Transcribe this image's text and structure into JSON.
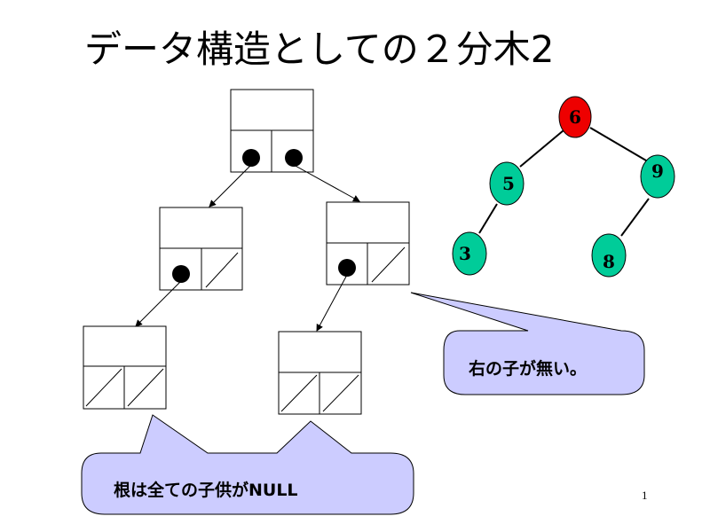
{
  "slide": {
    "title": "データ構造としての２分木2",
    "page_number": "1"
  },
  "tree": {
    "nodes": [
      {
        "key": "6",
        "color": "#ee0000"
      },
      {
        "key": "5",
        "color": "#00cc99"
      },
      {
        "key": "9",
        "color": "#00cc99"
      },
      {
        "key": "3",
        "color": "#00cc99"
      },
      {
        "key": "8",
        "color": "#00cc99"
      }
    ]
  },
  "callouts": {
    "no_right_child": "右の子が無い。",
    "leaf_children_null": "根は全ての子供がNULL"
  },
  "colors": {
    "callout_fill": "#ccccff",
    "line": "#000000"
  }
}
